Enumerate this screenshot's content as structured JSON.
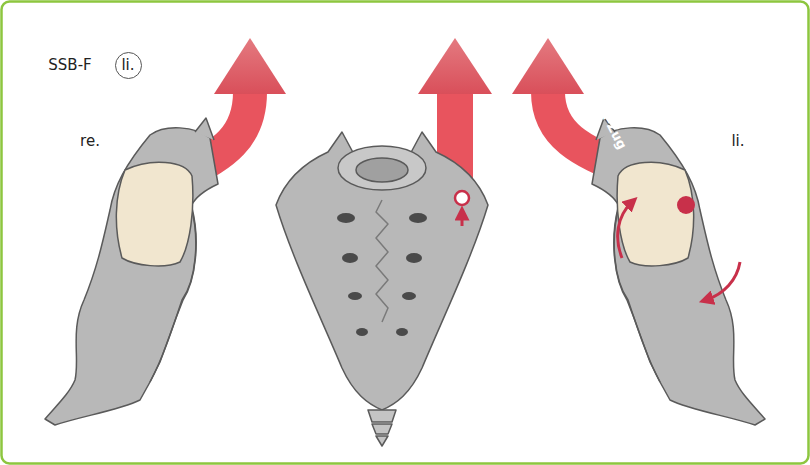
{
  "diagram": {
    "nodes": [
      {
        "text": [
          "li."
        ]
      }
    ],
    "labels": [
      "SSB-F",
      "re.",
      "li.",
      "Dura-Zug"
    ]
  }
}
